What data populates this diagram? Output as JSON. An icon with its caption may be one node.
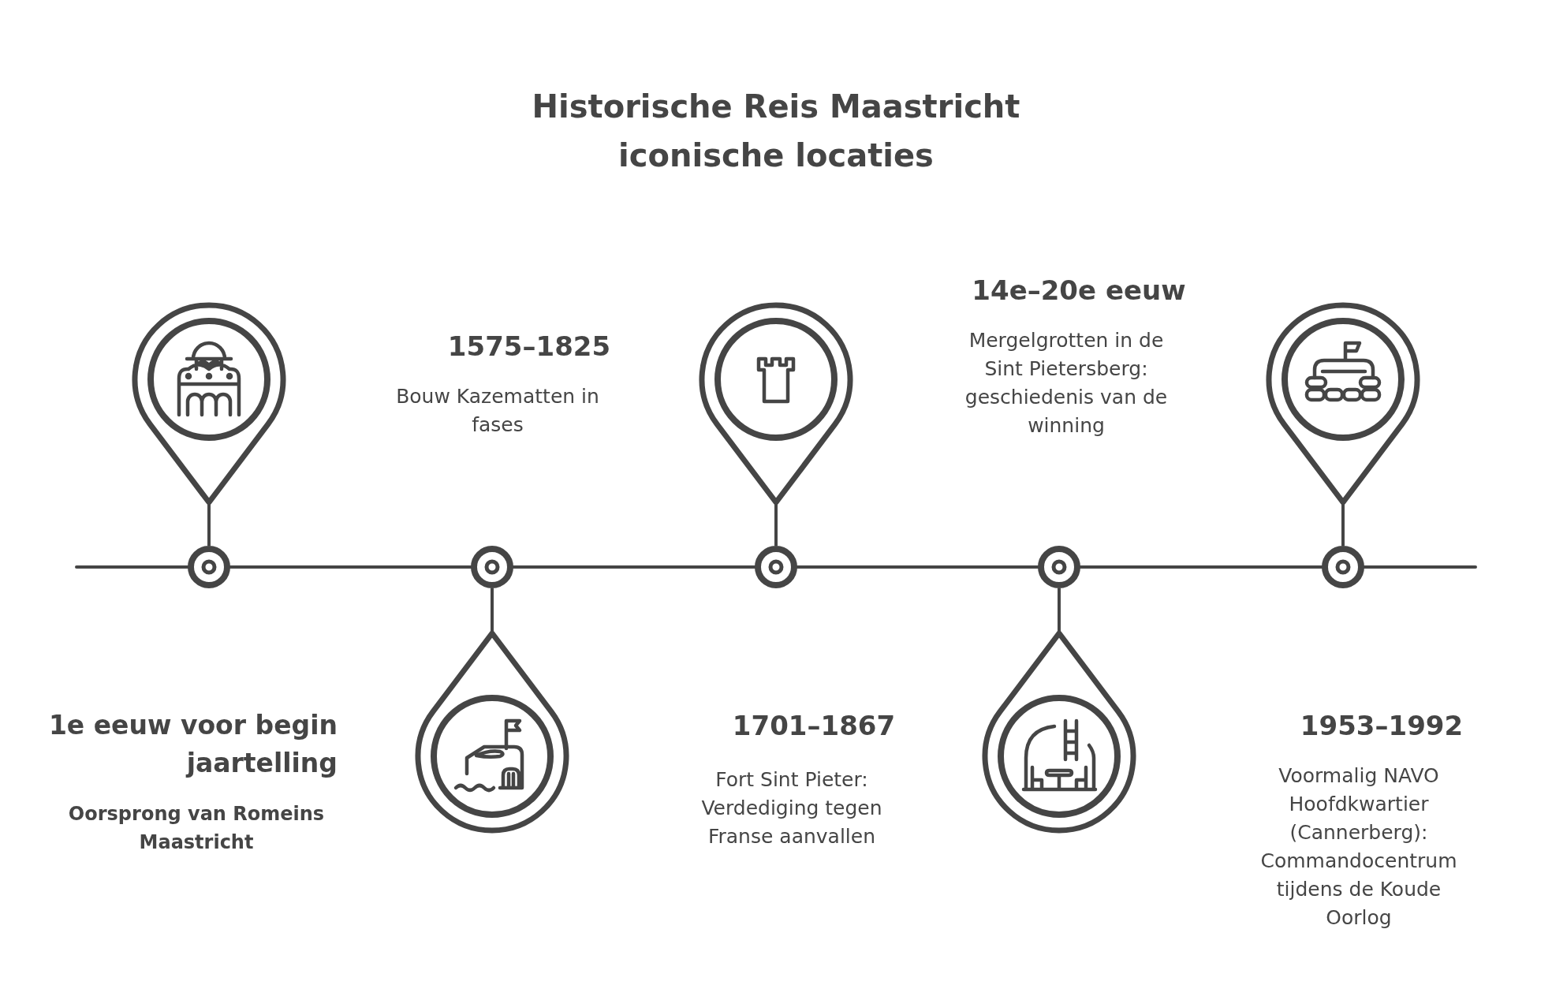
{
  "diagram": {
    "title": "Historische Reis Maastricht iconische locaties",
    "nodes": [
      {
        "text": [],
        "shape": "picture"
      },
      {
        "text": [],
        "shape": "circle"
      },
      {
        "text": [],
        "shape": "circle"
      },
      {
        "text": [],
        "shape": "picture"
      },
      {
        "text": [],
        "shape": "picture"
      },
      {
        "text": [],
        "shape": "circle"
      },
      {
        "text": [],
        "shape": "circle"
      },
      {
        "text": [],
        "shape": "picture"
      },
      {
        "text": [],
        "shape": "picture"
      },
      {
        "text": [],
        "shape": "circle"
      }
    ],
    "edges": [
      {
        "from": 0,
        "to": 1,
        "arrow": "none"
      },
      {
        "from": 3,
        "to": 2,
        "arrow": "none"
      },
      {
        "from": 4,
        "to": 5,
        "arrow": "none"
      },
      {
        "from": 7,
        "to": 6,
        "arrow": "none"
      },
      {
        "from": 8,
        "to": 9,
        "arrow": "none"
      }
    ],
    "labels": [
      "1e eeuw voor begin jaartelling",
      "Oorsprong van Romeins Maastricht",
      "1575–1825",
      "Bouw Kazematten in fases",
      "1701–1867",
      "Fort Sint Pieter: Verdediging tegen Franse aanvallen",
      "14e–20e eeuw",
      "Mergelgrotten in de Sint Pietersberg: geschiedenis van de winning",
      "1953–1992",
      "Voormalig NAVO Hoofdkwartier (Cannerberg): Commandocentrum tijdens de Koude Oorlog"
    ]
  }
}
